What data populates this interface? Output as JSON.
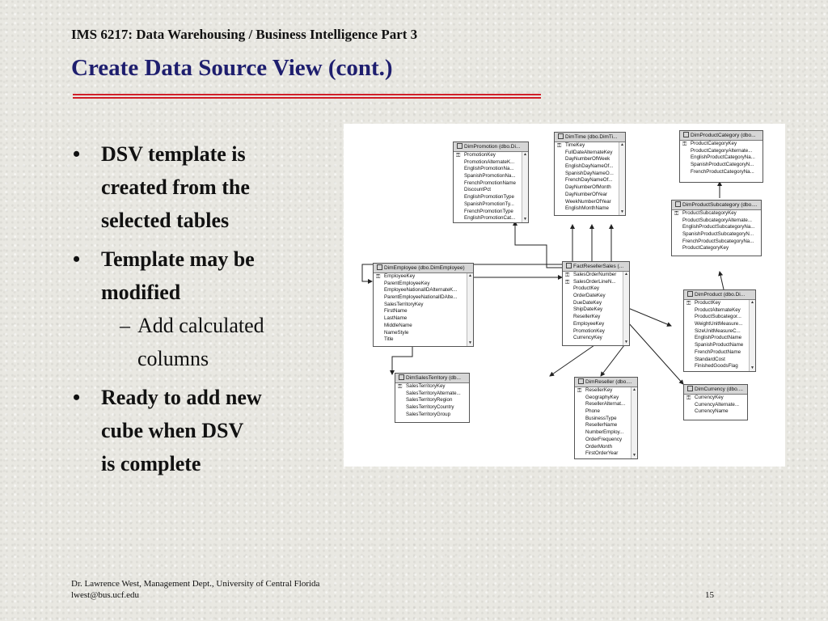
{
  "header": {
    "course": "IMS 6217: Data Warehousing / Business Intelligence Part 3",
    "title": "Create Data Source View (cont.)"
  },
  "bullets": {
    "b1": [
      "DSV template is",
      "created from the",
      "selected tables"
    ],
    "b2": [
      "Template may be",
      "modified"
    ],
    "b2_sub": [
      "Add calculated",
      "columns"
    ],
    "b3": [
      "Ready to add new",
      "cube when DSV",
      "is complete"
    ]
  },
  "footer": {
    "line1": "Dr. Lawrence West, Management Dept., University of Central Florida",
    "line2": "lwest@bus.ucf.edu",
    "page": "15"
  },
  "diagram": {
    "tables": [
      {
        "id": "promo",
        "title": "DimPromotion (dbo.Di...",
        "columns": [
          "PromotionKey",
          "PromotionAlternateK...",
          "EnglishPromotionNa...",
          "SpanishPromotionNa...",
          "FrenchPromotionName",
          "DiscountPct",
          "EnglishPromotionType",
          "SpanishPromotionTy...",
          "FrenchPromotionType",
          "EnglishPromotionCat..."
        ]
      },
      {
        "id": "time",
        "title": "DimTime (dbo.DimTi...",
        "columns": [
          "TimeKey",
          "FullDateAlternateKey",
          "DayNumberOfWeek",
          "EnglishDayNameOf...",
          "SpanishDayNameO...",
          "FrenchDayNameOf...",
          "DayNumberOfMonth",
          "DayNumberOfYear",
          "WeekNumberOfYear",
          "EnglishMonthName"
        ]
      },
      {
        "id": "prodcat",
        "title": "DimProductCategory (dbo...",
        "columns": [
          "ProductCategoryKey",
          "ProductCategoryAlternate...",
          "EnglishProductCategoryNa...",
          "SpanishProductCategoryN...",
          "FrenchProductCategoryNa..."
        ]
      },
      {
        "id": "prodsub",
        "title": "DimProductSubcategory (dbo....",
        "columns": [
          "ProductSubcategoryKey",
          "ProductSubcategoryAlternate...",
          "EnglishProductSubcategoryNa...",
          "SpanishProductSubcategoryN...",
          "FrenchProductSubcategoryNa...",
          "ProductCategoryKey"
        ]
      },
      {
        "id": "emp",
        "title": "DimEmployee (dbo.DimEmployee)",
        "columns": [
          "EmployeeKey",
          "ParentEmployeeKey",
          "EmployeeNationalIDAlternateK...",
          "ParentEmployeeNationalIDAlte...",
          "SalesTerritoryKey",
          "FirstName",
          "LastName",
          "MiddleName",
          "NameStyle",
          "Title"
        ]
      },
      {
        "id": "fact",
        "title": "FactResellerSales (...",
        "columns": [
          "SalesOrderNumber",
          "SalesOrderLineN...",
          "ProductKey",
          "OrderDateKey",
          "DueDateKey",
          "ShipDateKey",
          "ResellerKey",
          "EmployeeKey",
          "PromotionKey",
          "CurrencyKey"
        ]
      },
      {
        "id": "product",
        "title": "DimProduct (dbo.Di...",
        "columns": [
          "ProductKey",
          "ProductAlternateKey",
          "ProductSubcategor...",
          "WeightUnitMeasure...",
          "SizeUnitMeasureC...",
          "EnglishProductName",
          "SpanishProductName",
          "FrenchProductName",
          "StandardCost",
          "FinishedGoodsFlag"
        ]
      },
      {
        "id": "territory",
        "title": "DimSalesTerritory (db...",
        "columns": [
          "SalesTerritoryKey",
          "SalesTerritoryAlternate...",
          "SalesTerritoryRegion",
          "SalesTerritoryCountry",
          "SalesTerritoryGroup"
        ]
      },
      {
        "id": "reseller",
        "title": "DimReseller (dbo....",
        "columns": [
          "ResellerKey",
          "GeographyKey",
          "ResellerAlternat...",
          "Phone",
          "BusinessType",
          "ResellerName",
          "NumberEmploy...",
          "OrderFrequency",
          "OrderMonth",
          "FirstOrderYear"
        ]
      },
      {
        "id": "currency",
        "title": "DimCurrency (dbo....",
        "columns": [
          "CurrencyKey",
          "CurrencyAlternate...",
          "CurrencyName"
        ]
      }
    ]
  }
}
